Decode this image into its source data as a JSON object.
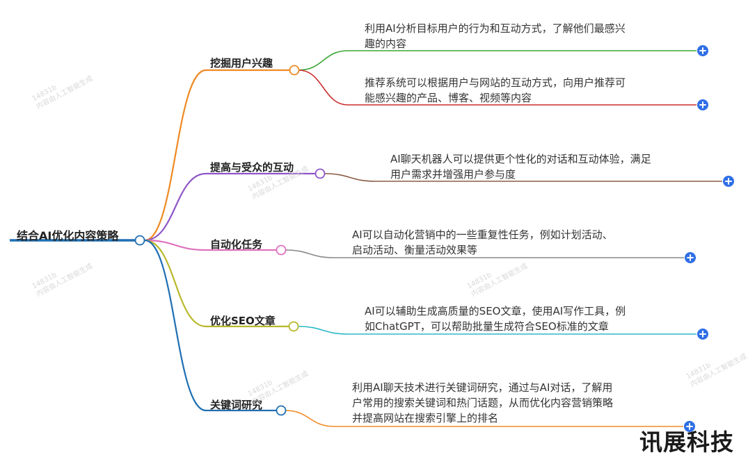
{
  "root": {
    "label": "结合AI优化内容策略",
    "color": "#1f6fb3"
  },
  "branches": [
    {
      "label": "挖掘用户兴趣",
      "color": "#ef8a23",
      "leaf": {
        "lines": [
          "利用AI分析目标用户的行为和互动方式，了解他们最感兴",
          "趣的内容"
        ],
        "color": "#3aa535"
      },
      "leaf2": {
        "lines": [
          "推荐系统可以根据用户与网站的互动方式，向用户推荐可",
          "能感兴趣的产品、博客、视频等内容"
        ],
        "color": "#cc2a2a"
      }
    },
    {
      "label": "提高与受众的互动",
      "color": "#8e55c6",
      "leaf": {
        "lines": [
          "AI聊天机器人可以提供更个性化的对话和互动体验，满足",
          "用户需求并增强用户参与度"
        ],
        "color": "#8a5a44"
      }
    },
    {
      "label": "自动化任务",
      "color": "#e070be",
      "leaf": {
        "lines": [
          "AI可以自动化营销中的一些重复性任务，例如计划活动、",
          "启动活动、衡量活动效果等"
        ],
        "color": "#888888"
      }
    },
    {
      "label": "优化SEO文章",
      "color": "#b8b82a",
      "leaf": {
        "lines": [
          "AI可以辅助生成高质量的SEO文章，使用AI写作工具，例",
          "如ChatGPT，可以帮助批量生成符合SEO标准的文章"
        ],
        "color": "#2ab8c8"
      }
    },
    {
      "label": "关键词研究",
      "color": "#1f6fb3",
      "leaf": {
        "lines": [
          "利用AI聊天技术进行关键词研究，通过与AI对话，了解用",
          "户常用的搜索关键词和热门话题，从而优化内容营销策略",
          "并提高网站在搜索引擎上的排名"
        ],
        "color": "#ef8a23"
      }
    }
  ],
  "expand_icon": "plus-circle-icon",
  "expand_color": "#2f6fe6",
  "logo": "讯展科技",
  "watermark": [
    "14831b",
    "内容由人工智能生成"
  ]
}
